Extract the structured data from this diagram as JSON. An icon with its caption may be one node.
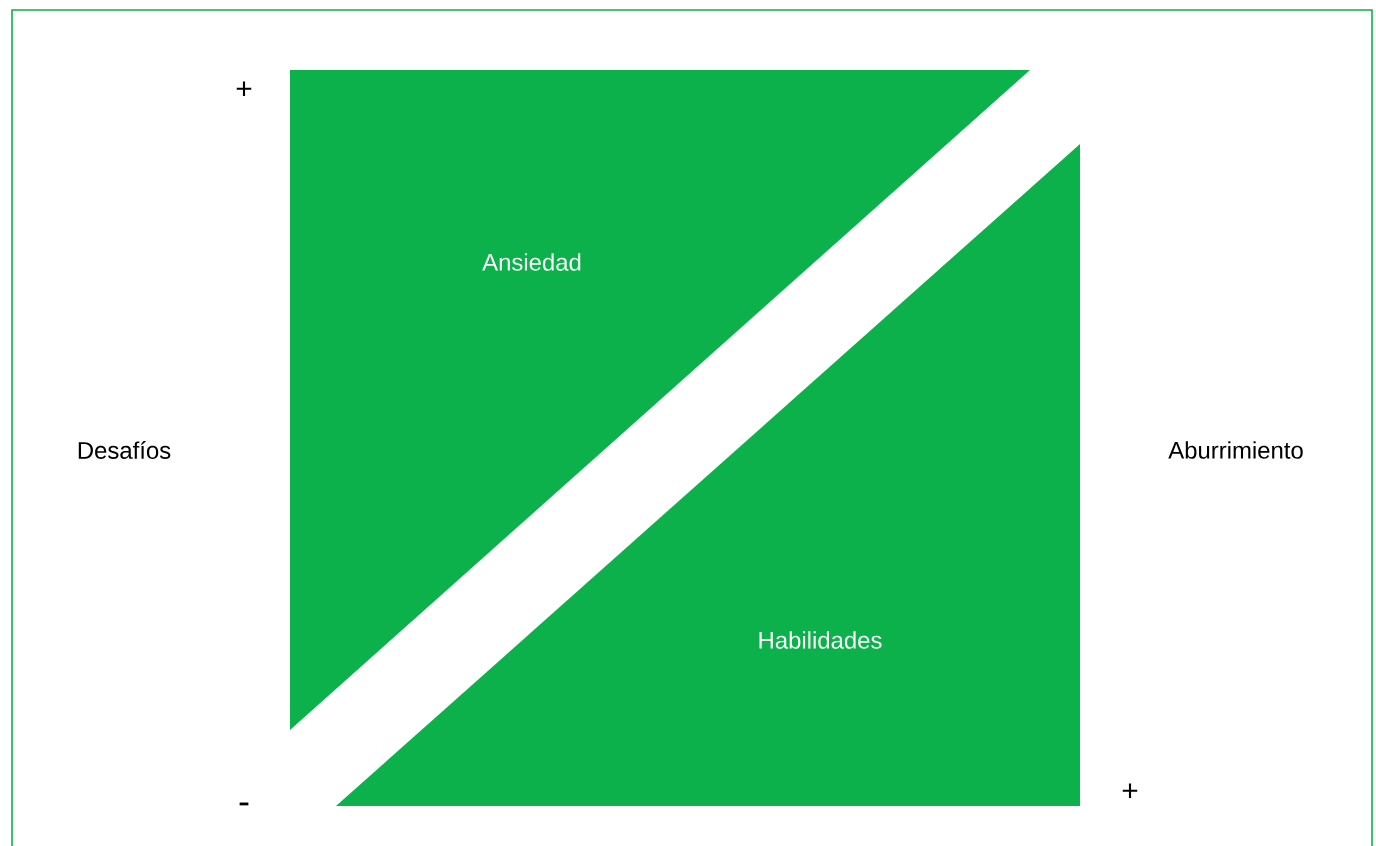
{
  "diagram": {
    "nodes": [
      {
        "text": [
          "Ansiedad"
        ]
      },
      {
        "text": [
          "Habilidades"
        ]
      }
    ],
    "labels": [
      "+",
      "Desafíos",
      "Aburrimiento",
      "-",
      "+"
    ]
  }
}
